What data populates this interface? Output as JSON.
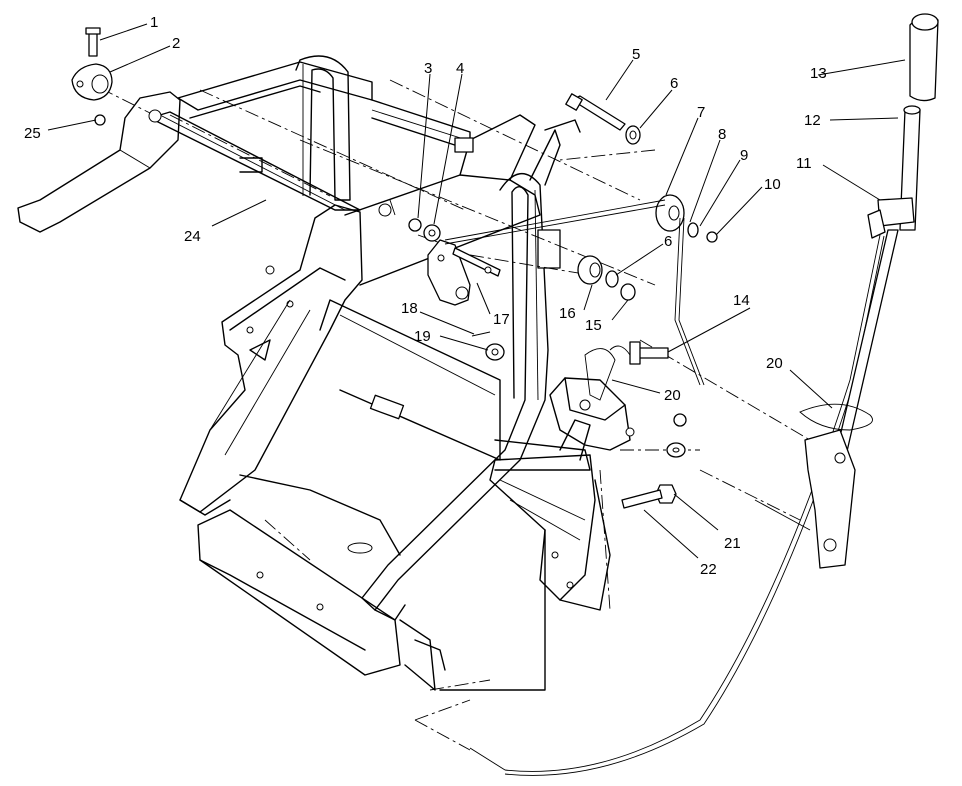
{
  "callouts": [
    {
      "id": "c1",
      "text": "1"
    },
    {
      "id": "c2",
      "text": "2"
    },
    {
      "id": "c3",
      "text": "3"
    },
    {
      "id": "c4",
      "text": "4"
    },
    {
      "id": "c5",
      "text": "5"
    },
    {
      "id": "c6a",
      "text": "6"
    },
    {
      "id": "c6b",
      "text": "6"
    },
    {
      "id": "c7",
      "text": "7"
    },
    {
      "id": "c8",
      "text": "8"
    },
    {
      "id": "c9",
      "text": "9"
    },
    {
      "id": "c10",
      "text": "10"
    },
    {
      "id": "c11",
      "text": "11"
    },
    {
      "id": "c12",
      "text": "12"
    },
    {
      "id": "c13",
      "text": "13"
    },
    {
      "id": "c14",
      "text": "14"
    },
    {
      "id": "c15",
      "text": "15"
    },
    {
      "id": "c16",
      "text": "16"
    },
    {
      "id": "c17",
      "text": "17"
    },
    {
      "id": "c18",
      "text": "18"
    },
    {
      "id": "c19",
      "text": "19"
    },
    {
      "id": "c20a",
      "text": "20"
    },
    {
      "id": "c20b",
      "text": "20"
    },
    {
      "id": "c21",
      "text": "21"
    },
    {
      "id": "c22",
      "text": "22"
    },
    {
      "id": "c24",
      "text": "24"
    },
    {
      "id": "c25",
      "text": "25"
    }
  ]
}
